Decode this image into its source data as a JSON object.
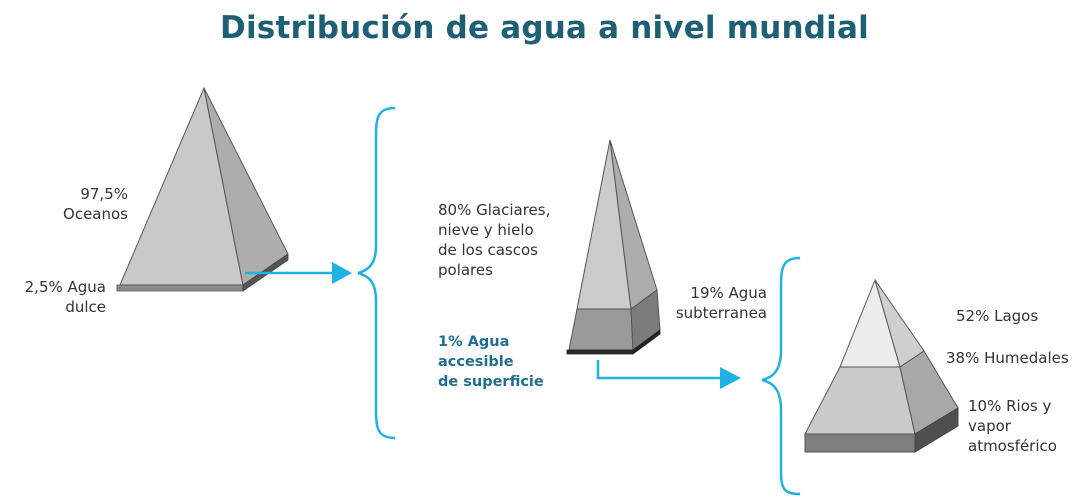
{
  "title": "Distribución de agua a nivel mundial",
  "colors": {
    "title": "#1d5f73",
    "accent": "#1eb2e3",
    "accent_text": "#1f6f93",
    "text": "#333333"
  },
  "levels": [
    {
      "labels": [
        {
          "lines": [
            "97,5%",
            "Oceanos"
          ]
        },
        {
          "lines": [
            "2,5% Agua",
            "dulce"
          ]
        }
      ]
    },
    {
      "labels": [
        {
          "lines": [
            "80% Glaciares,",
            "nieve y hielo",
            "de los cascos",
            "polares"
          ]
        },
        {
          "lines": [
            "19% Agua",
            "subterranea"
          ]
        },
        {
          "lines": [
            "1% Agua",
            "accesible",
            "de superficie"
          ]
        }
      ]
    },
    {
      "labels": [
        {
          "lines": [
            "52% Lagos"
          ]
        },
        {
          "lines": [
            "38% Humedales"
          ]
        },
        {
          "lines": [
            "10% Rios y",
            "vapor",
            "atmosférico"
          ]
        }
      ]
    }
  ]
}
